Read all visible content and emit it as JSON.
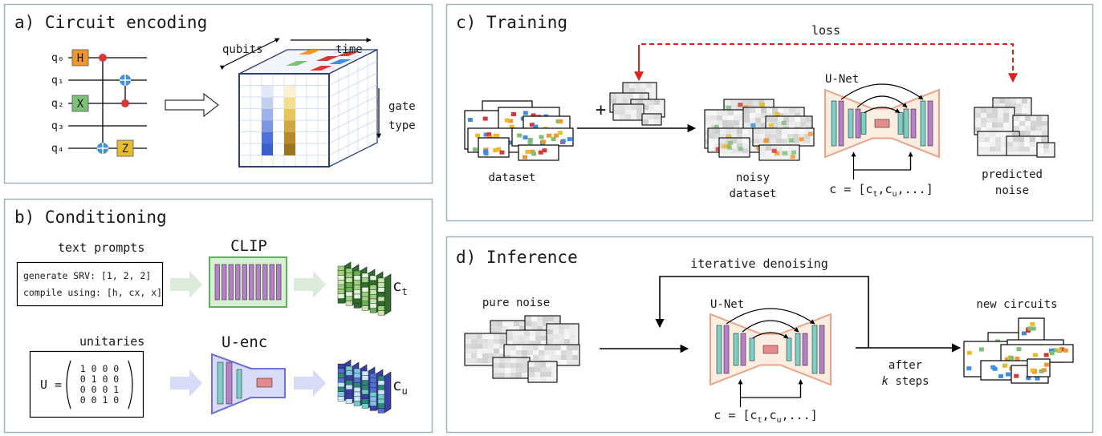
{
  "panels": {
    "a": {
      "title": "a) Circuit encoding"
    },
    "b": {
      "title": "b) Conditioning"
    },
    "c": {
      "title": "c) Training"
    },
    "d": {
      "title": "d) Inference"
    }
  },
  "circuit": {
    "qubits": [
      "q₀",
      "q₁",
      "q₂",
      "q₃",
      "q₄"
    ],
    "gates": {
      "h": "H",
      "x": "X",
      "z": "Z"
    },
    "tensor_labels": {
      "qubits": "qubits",
      "time": "time",
      "gate": "gate",
      "type": "type"
    }
  },
  "conditioning": {
    "text_prompts_label": "text prompts",
    "prompt_line1": "generate SRV: [1, 2, 2]",
    "prompt_line2": "compile using: [h, cx, x]",
    "clip_label": "CLIP",
    "ct_label": "c",
    "ct_sub": "t",
    "unitaries_label": "unitaries",
    "u_eq": "U =",
    "matrix_rows": [
      "1 0 0 0",
      "0 1 0 0",
      "0 0 0 1",
      "0 0 1 0"
    ],
    "uenc_label": "U-enc",
    "cu_label": "c",
    "cu_sub": "u"
  },
  "training": {
    "loss": "loss",
    "plus": "+",
    "dataset": "dataset",
    "noisy1": "noisy",
    "noisy2": "dataset",
    "unet": "U-Net",
    "cond_pre": "c = [c",
    "cond_sub1": "t",
    "cond_mid": ",c",
    "cond_sub2": "u",
    "cond_post": ",...]",
    "pred1": "predicted",
    "pred2": "noise"
  },
  "inference": {
    "iterative": "iterative denoising",
    "pure_noise": "pure noise",
    "unet": "U-Net",
    "new_circuits": "new circuits",
    "after": "after",
    "k": "k",
    "steps": "steps",
    "cond_pre": "c = [c",
    "cond_sub1": "t",
    "cond_mid": ",c",
    "cond_sub2": "u",
    "cond_post": ",...]"
  },
  "colors": {
    "panel_border": "#9fb3bf",
    "h_gate": "#f0962c",
    "x_gate": "#7fbf7a",
    "z_gate": "#e8bd2c",
    "control": "#d93636",
    "target": "#3f8ee0",
    "teal": "#7ccfc7",
    "purple": "#b77fc9",
    "unet_bg": "#fbeee0",
    "unet_border": "#e8a48a",
    "red_block": "#e38b8b",
    "loss_red": "#e02020"
  }
}
